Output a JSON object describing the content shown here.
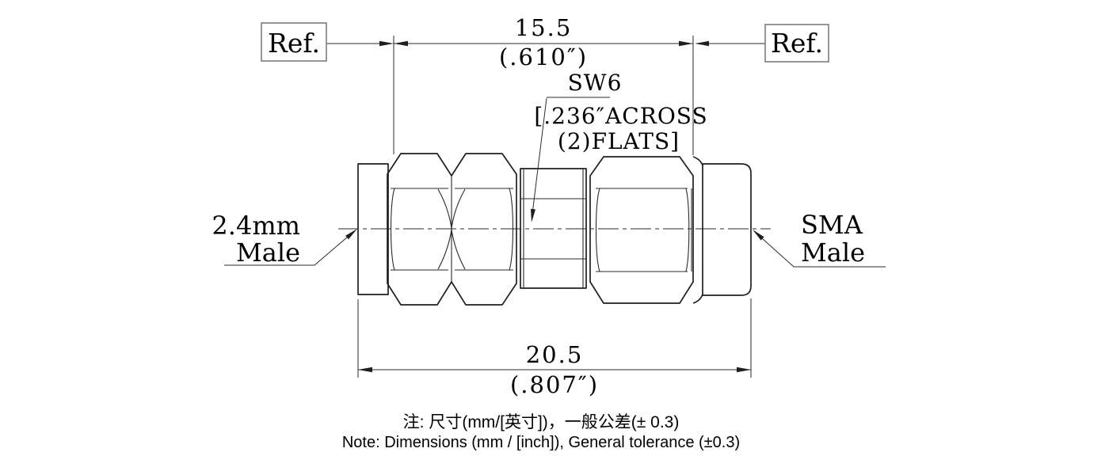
{
  "drawing": {
    "ref_left": "Ref.",
    "ref_right": "Ref.",
    "dim_top_mm": "15.5",
    "dim_top_inch": "(.610″)",
    "dim_overall_mm": "20.5",
    "dim_overall_inch": "(.807″)",
    "hex_label": "SW6",
    "hex_note_line1": "[.236″ACROSS",
    "hex_note_line2": "(2)FLATS]",
    "left_port_line1": "2.4mm",
    "left_port_line2": "Male",
    "right_port_line1": "SMA",
    "right_port_line2": "Male",
    "notes": {
      "zh": "注: 尺寸(mm/[英寸])，一般公差(± 0.3)",
      "en": "Note: Dimensions (mm / [inch]), General tolerance (±0.3)"
    },
    "colors": {
      "line": "#1f1f1f",
      "text": "#000000",
      "ref_box_border": "#7d7d7d",
      "background": "#ffffff"
    }
  }
}
